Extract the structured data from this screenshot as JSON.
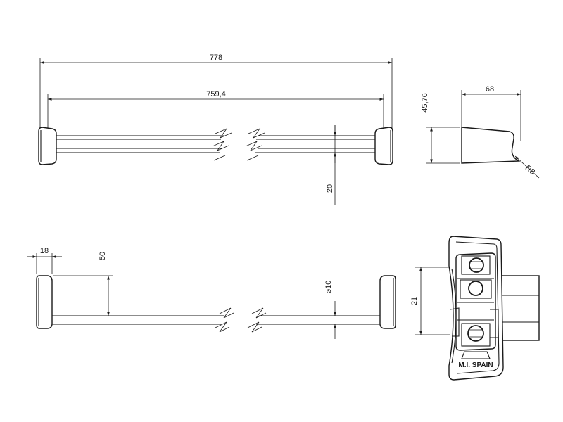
{
  "dimensions": {
    "overall_length": "778",
    "inner_length": "759,4",
    "bar_height": "20",
    "support_width": "68",
    "support_height": "45,76",
    "radius": "R8",
    "support_depth": "18",
    "offset": "50",
    "rod_diameter": "10",
    "clip_height": "21"
  },
  "brand": {
    "text": "M.I. SPAIN"
  },
  "colors": {
    "line": "#1a1a1a",
    "background": "#ffffff"
  }
}
